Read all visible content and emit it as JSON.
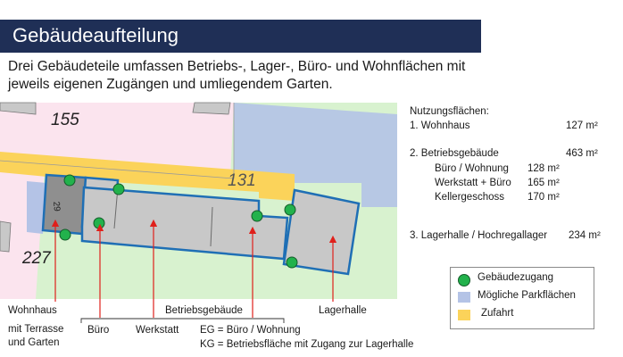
{
  "title": "Gebäudeaufteilung",
  "subtitle": "Drei Gebäudeteile umfassen Betriebs-, Lager-, Büro- und Wohnflächen mit jeweils eigenen Zugängen und umliegendem Garten.",
  "map": {
    "parcels": [
      "155",
      "131",
      "227"
    ],
    "house_number": "29"
  },
  "usage": {
    "heading": "Nutzungsflächen:",
    "items": [
      {
        "label": "1. Wohnhaus",
        "value": "127 m²"
      },
      {
        "label": "2. Betriebsgebäude",
        "value": "463 m²"
      },
      {
        "label": "Büro / Wohnung",
        "value": "128 m²"
      },
      {
        "label": "Werkstatt + Büro",
        "value": "165 m²"
      },
      {
        "label": "Kellergeschoss",
        "value": "170 m²"
      },
      {
        "label": "3. Lagerhalle / Hochregallager",
        "value": "234 m²"
      }
    ]
  },
  "legend": [
    {
      "label": "Gebäudezugang",
      "color": "#22b24c"
    },
    {
      "label": "Mögliche Parkflächen",
      "color": "#b4c3e6"
    },
    {
      "label": "Zufahrt",
      "color": "#fbd35a"
    }
  ],
  "labels": {
    "wohnhaus": "Wohnhaus",
    "wohnhaus_sub1": "mit Terrasse",
    "wohnhaus_sub2": "und Garten",
    "betriebsgebaeude": "Betriebsgebäude",
    "lagerhalle": "Lagerhalle",
    "buero": "Büro",
    "werkstatt": "Werkstatt",
    "eg_note": "EG = Büro / Wohnung",
    "kg_note": "KG = Betriebsfläche mit Zugang zur Lagerhalle"
  },
  "colors": {
    "title_bar": "#1f2f56",
    "garden": "#d8f2cf",
    "neighbor": "#fbe4ee",
    "building": "#c8c8c8",
    "outline": "#1f6fb5",
    "arrow": "#e0201b"
  }
}
